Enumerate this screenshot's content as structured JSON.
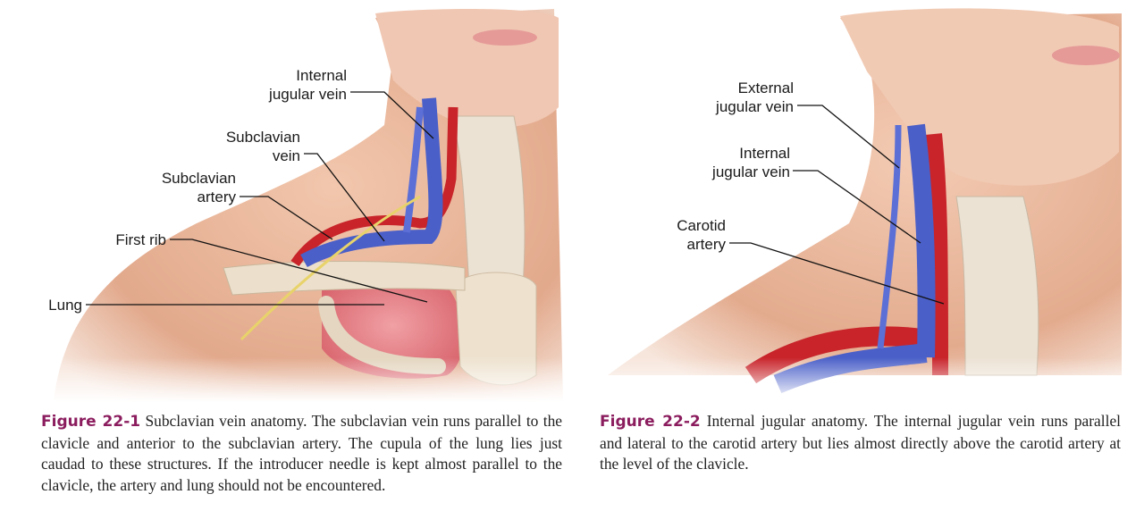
{
  "figure1": {
    "labels": {
      "internal_jugular_vein": "Internal\njugular vein",
      "subclavian_vein": "Subclavian\nvein",
      "subclavian_artery": "Subclavian\nartery",
      "first_rib": "First rib",
      "lung": "Lung"
    },
    "caption_number": "Figure 22-1",
    "caption_text": "Subclavian vein anatomy. The subclavian vein runs parallel to the clavicle and anterior to the subclavian artery. The cupula of the lung lies just caudad to these structures. If the introducer needle is kept almost parallel to the clavicle, the artery and lung should not be encountered."
  },
  "figure2": {
    "labels": {
      "external_jugular_vein": "External\njugular vein",
      "internal_jugular_vein": "Internal\njugular vein",
      "carotid_artery": "Carotid\nartery"
    },
    "caption_number": "Figure 22-2",
    "caption_text": "Internal jugular anatomy. The internal jugular vein runs parallel and lateral to the carotid artery but lies almost directly above the carotid artery at the level of the clavicle."
  },
  "colors": {
    "skin": "#e8b49a",
    "vein": "#4a5fc8",
    "artery": "#c8242a",
    "bone": "#e8dcc8",
    "lung": "#e07a80",
    "figure_number": "#8b1d5e"
  }
}
